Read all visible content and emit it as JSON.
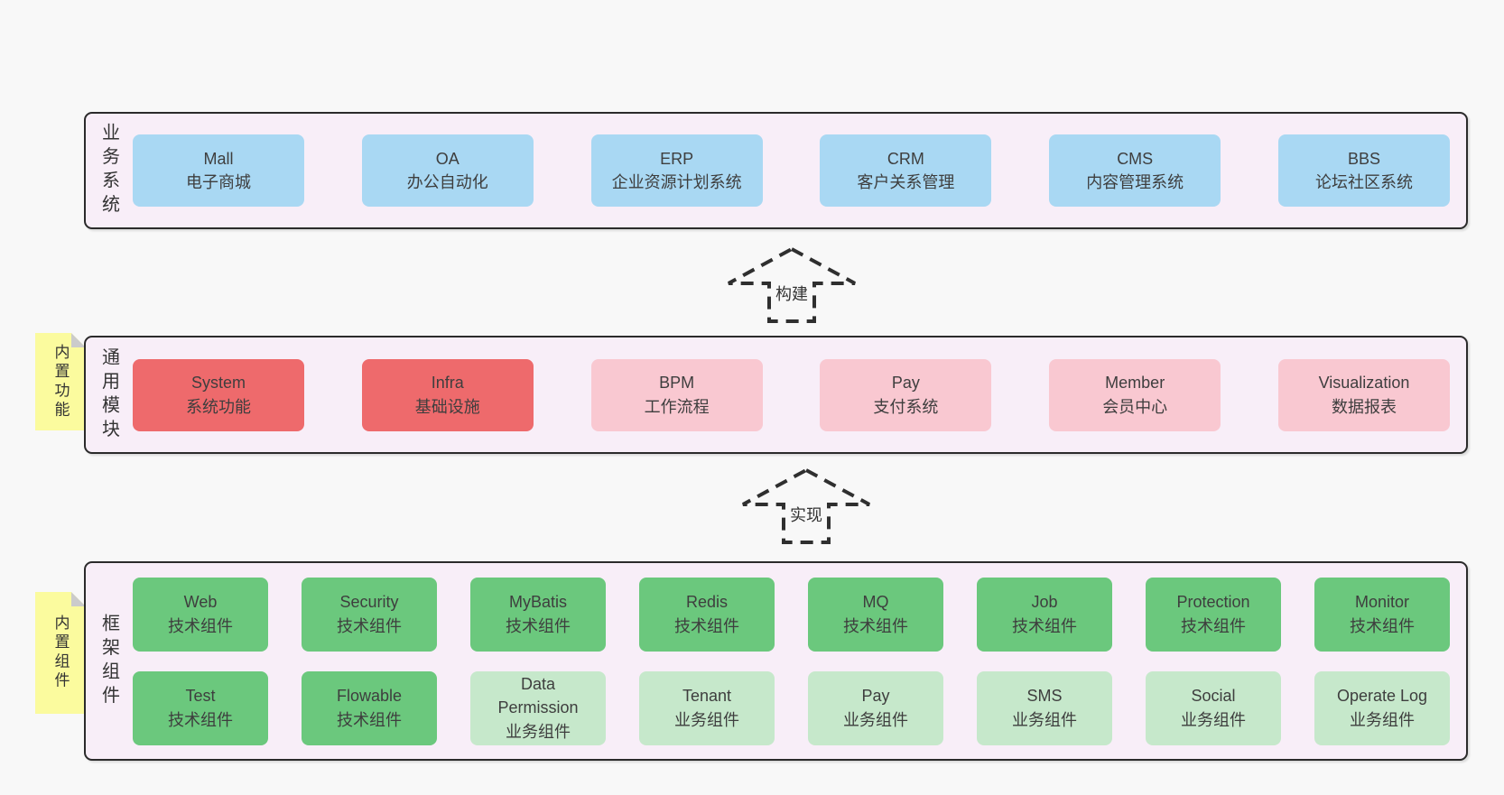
{
  "colors": {
    "background": "#f8f8f8",
    "panel": "#f8eef8",
    "border": "#2b2b2b",
    "blue": "#a9d8f3",
    "red": "#ee6a6c",
    "pink": "#f9c8d1",
    "green": "#6bc87d",
    "lightGreen": "#c6e8cb",
    "sticky": "#fbfb9e",
    "stickyFold": "#cbcbcb",
    "text": "#3e3e3e",
    "arrow": "#2f2f2f"
  },
  "arrows": [
    {
      "label": "构建"
    },
    {
      "label": "实现"
    }
  ],
  "sections": [
    {
      "label": "业务系统",
      "tab": null,
      "rows": [
        [
          {
            "name": "Mall",
            "sub": "电子商城",
            "color": "blue"
          },
          {
            "name": "OA",
            "sub": "办公自动化",
            "color": "blue"
          },
          {
            "name": "ERP",
            "sub": "企业资源计划系统",
            "color": "blue"
          },
          {
            "name": "CRM",
            "sub": "客户关系管理",
            "color": "blue"
          },
          {
            "name": "CMS",
            "sub": "内容管理系统",
            "color": "blue"
          },
          {
            "name": "BBS",
            "sub": "论坛社区系统",
            "color": "blue"
          }
        ]
      ]
    },
    {
      "label": "通用模块",
      "tab": "内置功能",
      "rows": [
        [
          {
            "name": "System",
            "sub": "系统功能",
            "color": "red"
          },
          {
            "name": "Infra",
            "sub": "基础设施",
            "color": "red"
          },
          {
            "name": "BPM",
            "sub": "工作流程",
            "color": "pink"
          },
          {
            "name": "Pay",
            "sub": "支付系统",
            "color": "pink"
          },
          {
            "name": "Member",
            "sub": "会员中心",
            "color": "pink"
          },
          {
            "name": "Visualization",
            "sub": "数据报表",
            "color": "pink"
          }
        ]
      ]
    },
    {
      "label": "框架组件",
      "tab": "内置组件",
      "rows": [
        [
          {
            "name": "Web",
            "sub": "技术组件",
            "color": "green"
          },
          {
            "name": "Security",
            "sub": "技术组件",
            "color": "green"
          },
          {
            "name": "MyBatis",
            "sub": "技术组件",
            "color": "green"
          },
          {
            "name": "Redis",
            "sub": "技术组件",
            "color": "green"
          },
          {
            "name": "MQ",
            "sub": "技术组件",
            "color": "green"
          },
          {
            "name": "Job",
            "sub": "技术组件",
            "color": "green"
          },
          {
            "name": "Protection",
            "sub": "技术组件",
            "color": "green"
          },
          {
            "name": "Monitor",
            "sub": "技术组件",
            "color": "green"
          }
        ],
        [
          {
            "name": "Test",
            "sub": "技术组件",
            "color": "green"
          },
          {
            "name": "Flowable",
            "sub": "技术组件",
            "color": "green"
          },
          {
            "name": "Data Permission",
            "sub": "业务组件",
            "color": "lightGreen"
          },
          {
            "name": "Tenant",
            "sub": "业务组件",
            "color": "lightGreen"
          },
          {
            "name": "Pay",
            "sub": "业务组件",
            "color": "lightGreen"
          },
          {
            "name": "SMS",
            "sub": "业务组件",
            "color": "lightGreen"
          },
          {
            "name": "Social",
            "sub": "业务组件",
            "color": "lightGreen"
          },
          {
            "name": "Operate Log",
            "sub": "业务组件",
            "color": "lightGreen"
          }
        ]
      ]
    }
  ]
}
